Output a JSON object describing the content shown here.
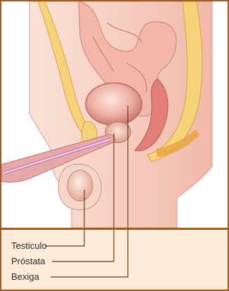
{
  "labels": {
    "testiculo": "Testiculo",
    "prostata": "Próstata",
    "bexiga": "Bexiga"
  },
  "colors": {
    "border": "#a25b1f",
    "legend_bg": "#fdecd9",
    "leader_line": "#6b3a14",
    "tissue_pink": "#f3b5a4",
    "tissue_yellow": "#f6d27a",
    "organ_pink": "#e98e8a"
  }
}
